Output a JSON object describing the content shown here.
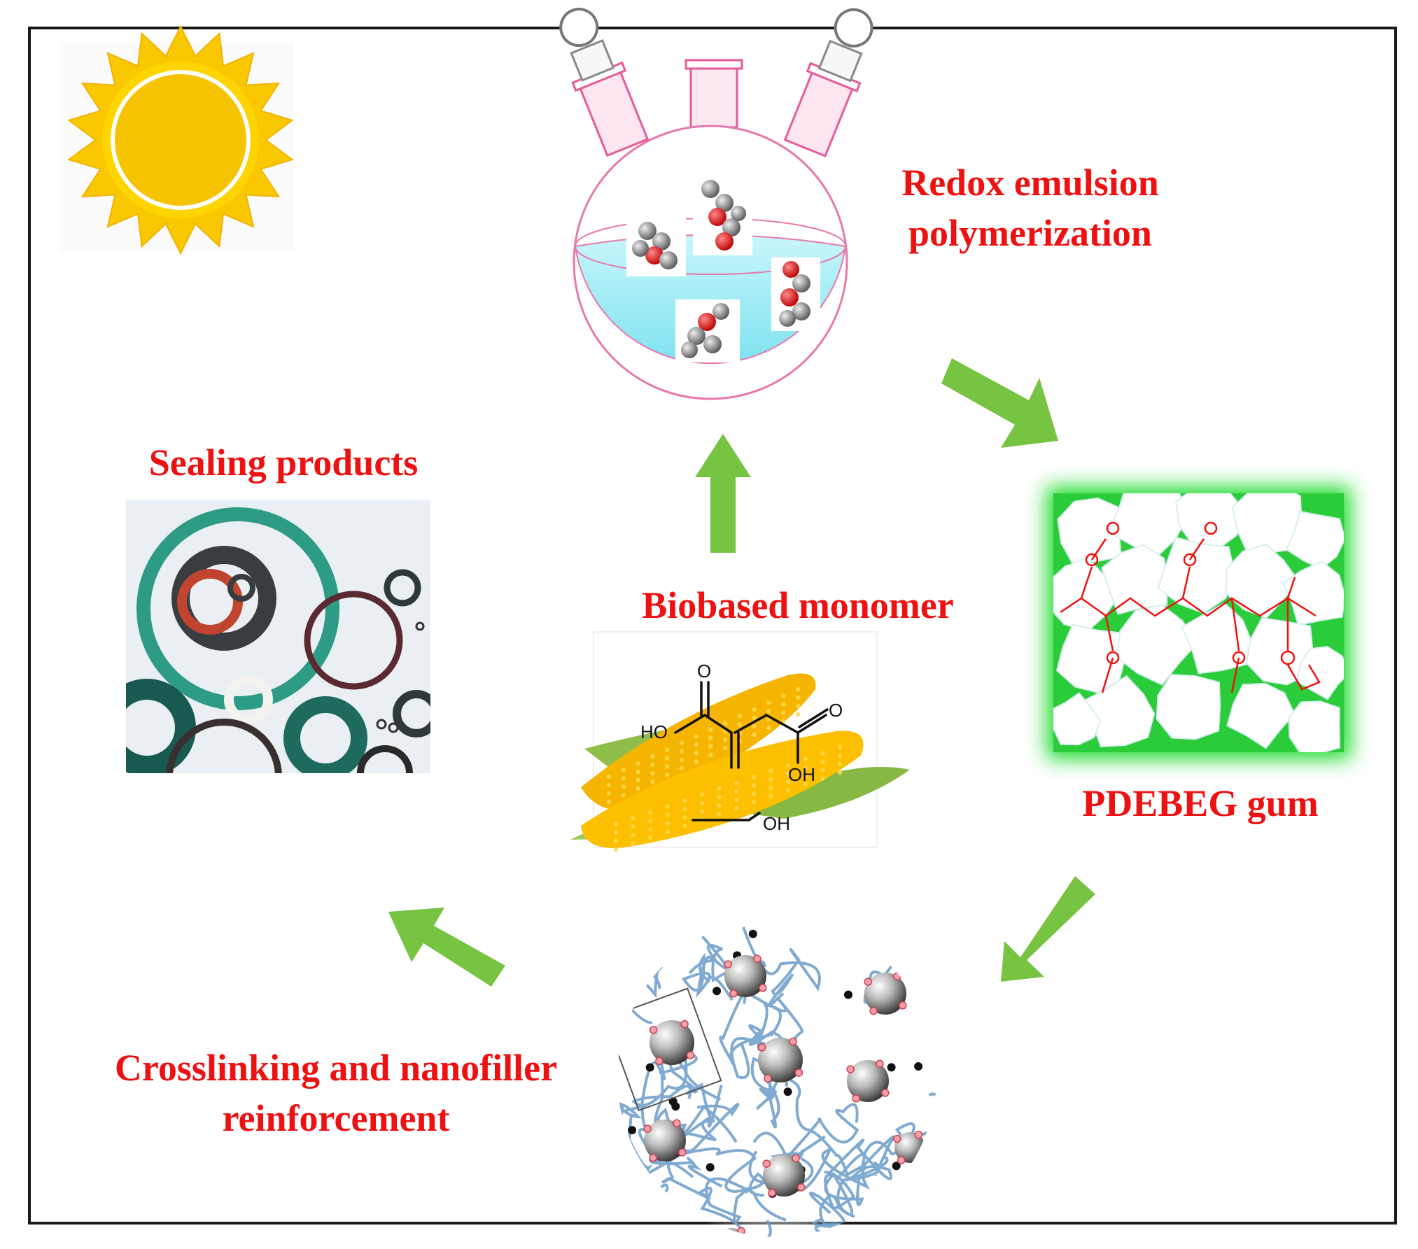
{
  "labels": {
    "redox": "Redox emulsion\npolymerization",
    "pdebeg": "PDEBEG gum",
    "crosslinking": "Crosslinking and nanofiller\nreinforcement",
    "sealing": "Sealing products",
    "biobased": "Biobased monomer"
  },
  "molecule_labels": {
    "o_top": "O",
    "ho_left": "HO",
    "o_right": "O",
    "oh_mid": "OH",
    "oh_bottom": "OH"
  },
  "colors": {
    "label_red": "#ee1111",
    "arrow_green": "#76c442",
    "frame": "#1a1a1a",
    "sun": "#f7c400",
    "flask_liquid": "#aef0f8",
    "gum_background": "#22cc33",
    "corn": "#f5b800"
  },
  "icons": [
    "sun-icon",
    "three-neck-flask-icon",
    "corn-icon",
    "gum-crystals-icon",
    "nanocomposite-network-icon",
    "sealing-rings-icon"
  ]
}
